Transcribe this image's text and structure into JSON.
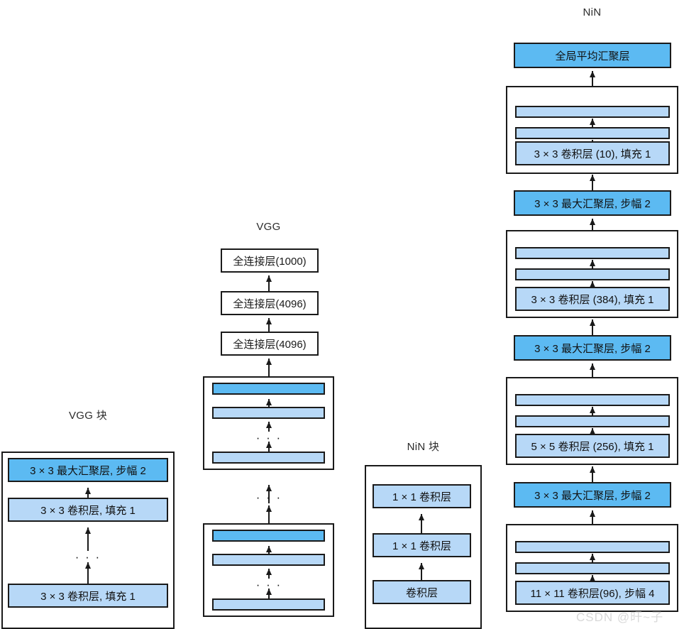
{
  "figure": {
    "watermark": "CSDN @旰~子"
  },
  "columns": {
    "vgg_block": {
      "title": "VGG 块",
      "layers": [
        {
          "label": "3 × 3 最大汇聚层, 步幅 2",
          "fill": "dark"
        },
        {
          "label": "3 × 3 卷积层, 填充 1",
          "fill": "light"
        },
        {
          "label": "3 × 3 卷积层, 填充 1",
          "fill": "light"
        }
      ],
      "ellipsis": "· · ·"
    },
    "vgg": {
      "title": "VGG",
      "fc_layers": [
        {
          "label": "全连接层(1000)"
        },
        {
          "label": "全连接层(4096)"
        },
        {
          "label": "全连接层(4096)"
        }
      ],
      "blocks": [
        {
          "bars": [
            {
              "fill": "dark",
              "label": ""
            },
            {
              "fill": "light",
              "label": ""
            },
            {
              "fill": "light",
              "label": ""
            }
          ],
          "ellipsis": "· · ·"
        },
        {
          "bars": [
            {
              "fill": "dark",
              "label": ""
            },
            {
              "fill": "light",
              "label": ""
            },
            {
              "fill": "light",
              "label": ""
            }
          ],
          "ellipsis": "· · ·"
        }
      ],
      "between_blocks_ellipsis": "· · ·"
    },
    "nin_block": {
      "title": "NiN 块",
      "layers": [
        {
          "label": "1 × 1 卷积层",
          "fill": "light"
        },
        {
          "label": "1 × 1 卷积层",
          "fill": "light"
        },
        {
          "label": "卷积层",
          "fill": "light"
        }
      ]
    },
    "nin": {
      "title": "NiN",
      "stack": [
        {
          "kind": "bar",
          "label": "全局平均汇聚层",
          "fill": "dark"
        },
        {
          "kind": "group",
          "bars": [
            {
              "label": "",
              "fill": "light"
            },
            {
              "label": "",
              "fill": "light"
            },
            {
              "label": "3 × 3 卷积层 (10), 填充 1",
              "fill": "light"
            }
          ]
        },
        {
          "kind": "bar",
          "label": "3 × 3 最大汇聚层, 步幅 2",
          "fill": "dark"
        },
        {
          "kind": "group",
          "bars": [
            {
              "label": "",
              "fill": "light"
            },
            {
              "label": "",
              "fill": "light"
            },
            {
              "label": "3 × 3 卷积层 (384), 填充 1",
              "fill": "light"
            }
          ]
        },
        {
          "kind": "bar",
          "label": "3 × 3 最大汇聚层, 步幅 2",
          "fill": "dark"
        },
        {
          "kind": "group",
          "bars": [
            {
              "label": "",
              "fill": "light"
            },
            {
              "label": "",
              "fill": "light"
            },
            {
              "label": "5 × 5 卷积层 (256), 填充 1",
              "fill": "light"
            }
          ]
        },
        {
          "kind": "bar",
          "label": "3 × 3 最大汇聚层, 步幅 2",
          "fill": "dark"
        },
        {
          "kind": "group",
          "bars": [
            {
              "label": "",
              "fill": "light"
            },
            {
              "label": "",
              "fill": "light"
            },
            {
              "label": "11 × 11 卷积层(96), 步幅 4",
              "fill": "light"
            }
          ]
        }
      ]
    }
  },
  "colors": {
    "light_blue": "#b7d8f7",
    "dark_blue": "#5cbaf2",
    "stroke": "#1a1a1a",
    "background": "#ffffff",
    "watermark": "#d8d8d8"
  }
}
